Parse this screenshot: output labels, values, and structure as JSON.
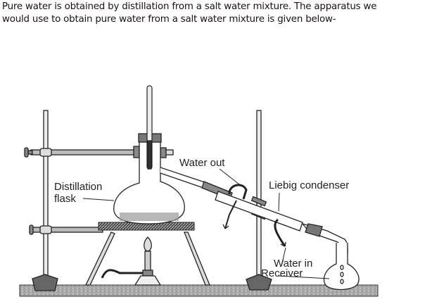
{
  "intro": {
    "line1": "Pure water is obtained by distillation from a salt water mixture. The apparatus we",
    "line2": "would use to obtain pure water from a salt water mixture is given below-"
  },
  "diagram": {
    "labels": {
      "distillation": "Distillation",
      "flask": "flask",
      "water_out": "Water out",
      "liebig": "Liebig condenser",
      "water_in": "Water in",
      "receiver": "Receiver"
    }
  }
}
